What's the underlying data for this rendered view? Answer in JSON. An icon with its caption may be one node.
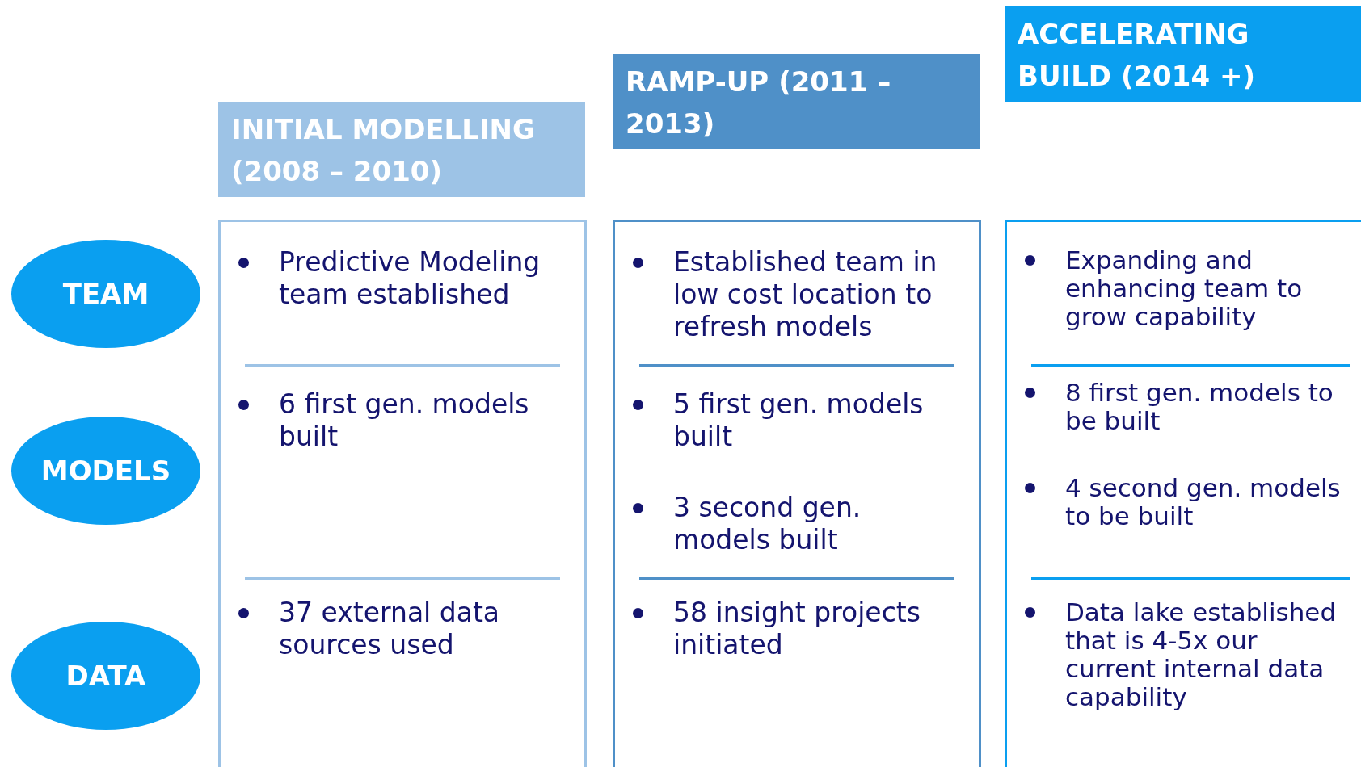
{
  "diagram": {
    "nodes": [
      {
        "text": [
          "INITIAL MODELLING (2008 – 2010)"
        ]
      },
      {
        "text": [
          "RAMP-UP (2011 – 2013)"
        ]
      },
      {
        "text": [
          "ACCELERATING BUILD (2014 +)"
        ]
      },
      {
        "text": [
          "TEAM"
        ]
      },
      {
        "text": [
          "MODELS"
        ]
      },
      {
        "text": [
          "DATA"
        ]
      },
      {
        "text": [
          "Predictive Modeling team established",
          "6 first gen. models built",
          "37 external data sources used"
        ]
      },
      {
        "text": [
          "Established team in low cost location to refresh models",
          "5 first gen. models built",
          "3 second gen. models built",
          "58 insight projects initiated"
        ]
      },
      {
        "text": [
          "Expanding and enhancing team to grow capability",
          "8 first gen. models to be built",
          "4 second gen. models to be built",
          "Data lake established that is 4-5x our current internal data capability"
        ]
      }
    ],
    "edges": []
  }
}
